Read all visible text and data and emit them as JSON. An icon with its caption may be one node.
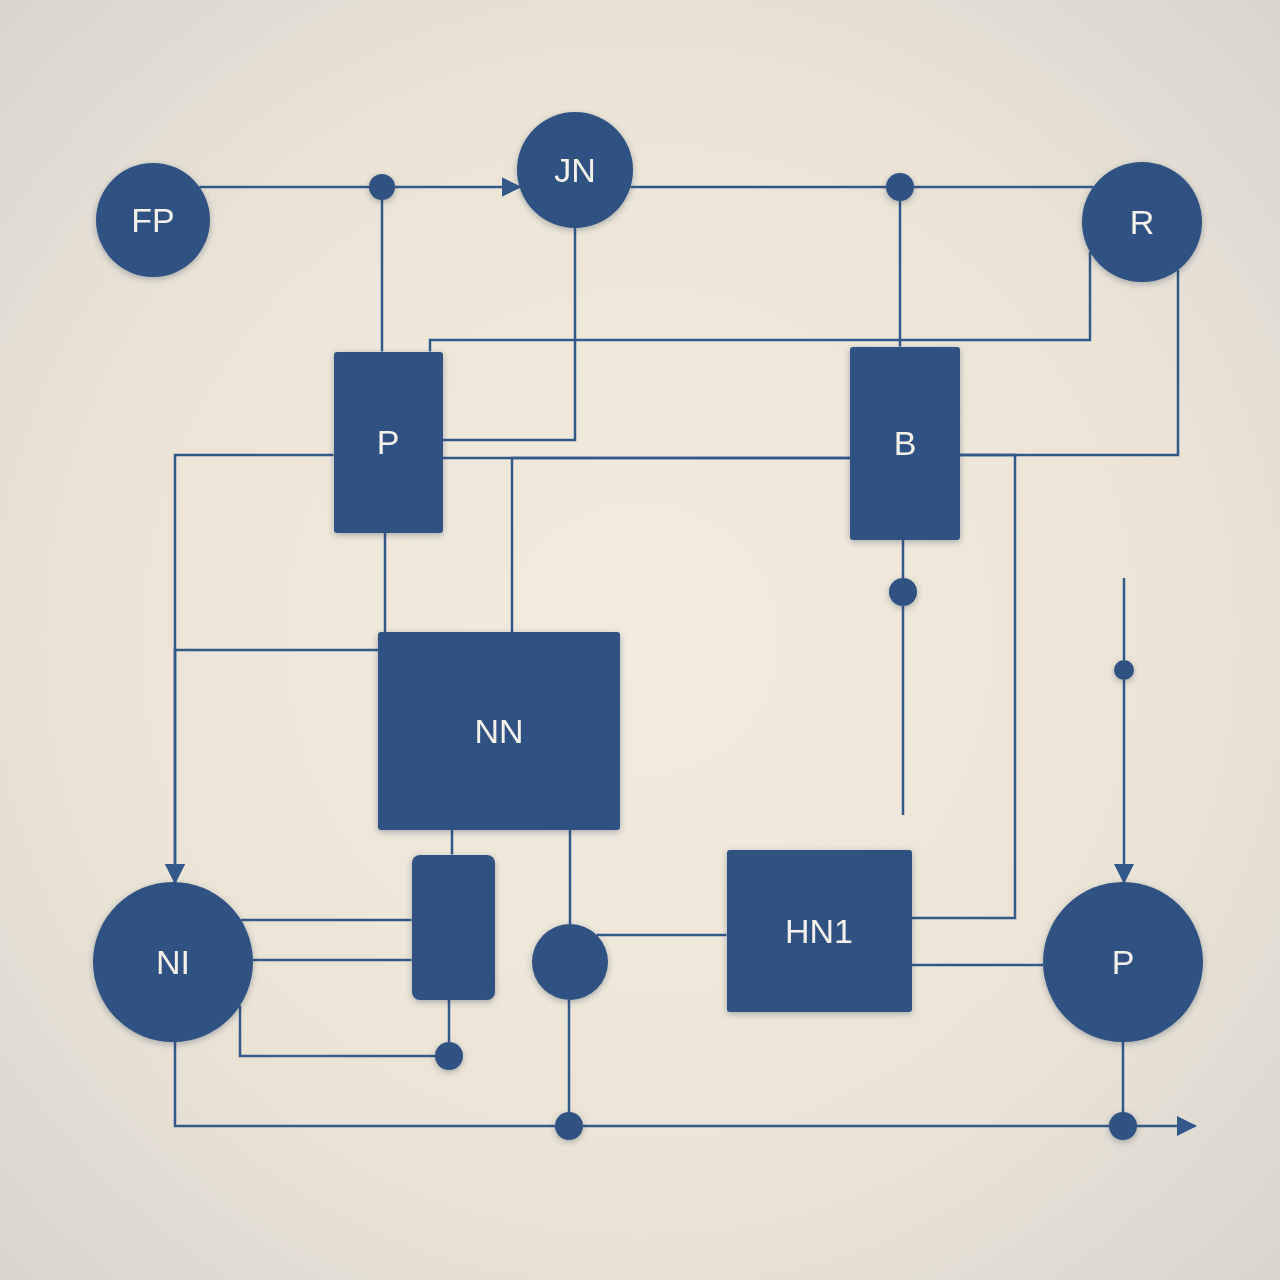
{
  "diagram": {
    "nodes": [
      {
        "text": [
          "FP"
        ]
      },
      {
        "text": [
          "JN"
        ]
      },
      {
        "text": [
          "R"
        ]
      },
      {
        "text": [],
        "shape": "circle"
      },
      {
        "text": [],
        "shape": "circle"
      },
      {
        "text": [
          "P"
        ]
      },
      {
        "text": [
          "B"
        ]
      },
      {
        "text": [
          "NN"
        ]
      },
      {
        "text": [
          "NI"
        ]
      },
      {
        "text": [],
        "shape": "box"
      },
      {
        "text": [],
        "shape": "circle"
      },
      {
        "text": [
          "HN1"
        ]
      },
      {
        "text": [
          "P"
        ]
      },
      {
        "text": [],
        "shape": "circle"
      },
      {
        "text": [],
        "shape": "circle"
      },
      {
        "text": [],
        "shape": "circle"
      },
      {
        "text": [],
        "shape": "circle"
      },
      {
        "text": [],
        "shape": "circle"
      }
    ],
    "edges": [
      {
        "from": 0,
        "to": 3,
        "arrow": "none"
      },
      {
        "from": 3,
        "to": 1,
        "arrow": "to"
      },
      {
        "from": 1,
        "to": 4,
        "arrow": "none"
      },
      {
        "from": 4,
        "to": 2,
        "arrow": "none"
      },
      {
        "from": 3,
        "to": 5,
        "arrow": "none"
      },
      {
        "from": 4,
        "to": 6,
        "arrow": "none"
      },
      {
        "from": 1,
        "to": 5,
        "arrow": "none"
      },
      {
        "from": 5,
        "to": 6,
        "arrow": "none"
      },
      {
        "from": 6,
        "to": 2,
        "arrow": "none"
      },
      {
        "from": 5,
        "to": 7,
        "arrow": "none"
      },
      {
        "from": 7,
        "to": 6,
        "arrow": "none"
      },
      {
        "from": 5,
        "to": 8,
        "arrow": "to"
      },
      {
        "from": 7,
        "to": 8,
        "arrow": "to"
      },
      {
        "from": 8,
        "to": 9,
        "arrow": "none"
      },
      {
        "from": 8,
        "to": 9,
        "arrow": "none"
      },
      {
        "from": 7,
        "to": 9,
        "arrow": "none"
      },
      {
        "from": 9,
        "to": 13,
        "arrow": "none"
      },
      {
        "from": 7,
        "to": 10,
        "arrow": "none"
      },
      {
        "from": 10,
        "to": 11,
        "arrow": "none"
      },
      {
        "from": 10,
        "to": 14,
        "arrow": "none"
      },
      {
        "from": 8,
        "to": 13,
        "arrow": "none"
      },
      {
        "from": 8,
        "to": 14,
        "arrow": "none"
      },
      {
        "from": 14,
        "to": 15,
        "arrow": "none"
      },
      {
        "from": 15,
        "to": null,
        "arrow": "to"
      },
      {
        "from": 12,
        "to": 15,
        "arrow": "none"
      },
      {
        "from": 11,
        "to": 12,
        "arrow": "none"
      },
      {
        "from": 11,
        "to": 6,
        "arrow": "none"
      },
      {
        "from": 6,
        "to": 16,
        "arrow": "none"
      },
      {
        "from": 16,
        "to": null,
        "arrow": "none"
      },
      {
        "from": 17,
        "to": 12,
        "arrow": "to"
      },
      {
        "from": null,
        "to": 17,
        "arrow": "none"
      },
      {
        "from": 2,
        "to": 5,
        "arrow": "none"
      }
    ]
  }
}
